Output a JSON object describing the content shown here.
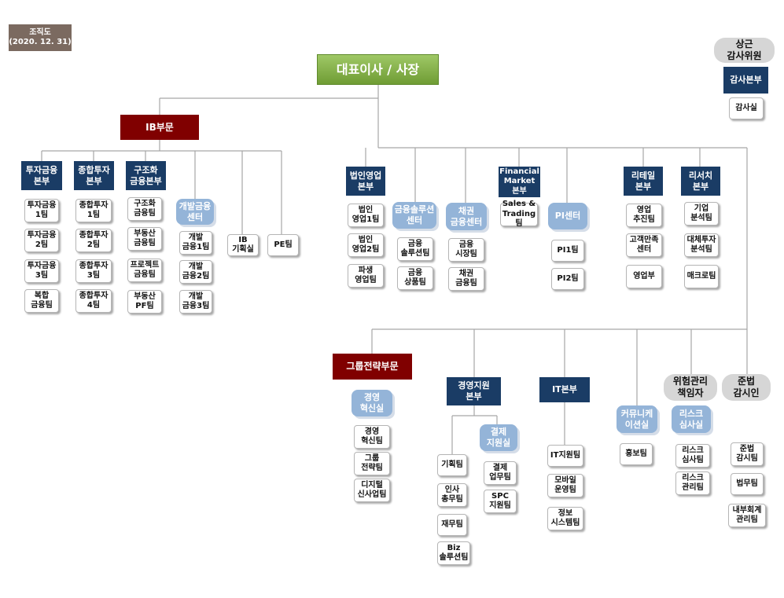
{
  "header": {
    "title": "조직도",
    "date": "(2020. 12. 31)"
  },
  "colors": {
    "ceo": "#7fae46",
    "division": "#800000",
    "hq": "#1a3c65",
    "center": "#94b4d8",
    "line": "#a6a6a6"
  },
  "nodes": {
    "ceo": "대표이사 / 사장",
    "audit_committee": "상근\n감사위원",
    "audit_hq": "감사본부",
    "audit_office": "감사실",
    "ib_division": "IB부문",
    "ib_finance_hq": "투자금융\n본부",
    "ib_finance_1": "투자금융\n1팀",
    "ib_finance_2": "투자금융\n2팀",
    "ib_finance_3": "투자금융\n3팀",
    "ib_complex_finance": "복합\n금융팀",
    "ib_general_hq": "종합투자\n본부",
    "ib_general_1": "종합투자\n1팀",
    "ib_general_2": "종합투자\n2팀",
    "ib_general_3": "종합투자\n3팀",
    "ib_general_4": "종합투자\n4팀",
    "ib_structured_hq": "구조화\n금융본부",
    "ib_structured_team": "구조화\n금융팀",
    "ib_realestate_team": "부동산\n금융팀",
    "ib_project_team": "프로젝트\n금융팀",
    "ib_realestate_pf": "부동산\nPF팀",
    "ib_dev_center": "개발금융\n센터",
    "ib_dev_1": "개발\n금융1팀",
    "ib_dev_2": "개발\n금융2팀",
    "ib_dev_3": "개발\n금융3팀",
    "ib_planning": "IB\n기획실",
    "ib_pe": "PE팀",
    "corp_sales_hq": "법인영업\n본부",
    "corp_sales_1": "법인\n영업1팀",
    "corp_sales_2": "법인\n영업2팀",
    "derivatives_sales": "파생\n영업팀",
    "fin_solution_center": "금융솔루션\n센터",
    "fin_solution_team": "금융\n솔루션팀",
    "fin_product_team": "금융\n상품팀",
    "bond_center": "채권\n금융센터",
    "fin_market_team": "금융\n시장팀",
    "bond_finance_team": "채권\n금융팀",
    "fm_hq": "Financial\nMarket\n본부",
    "sales_trading": "Sales &\nTrading팀",
    "pi_center": "PI센터",
    "pi_1": "PI1팀",
    "pi_2": "PI2팀",
    "retail_hq": "리테일\n본부",
    "sales_promotion": "영업\n추진팀",
    "cs_center": "고객만족\n센터",
    "sales_dept": "영업부",
    "research_hq": "리서치\n본부",
    "corp_analysis": "기업\n분석팀",
    "alt_investment": "대체투자\n분석팀",
    "macro_team": "매크로팀",
    "strategy_division": "그룹전략부문",
    "mgmt_innovation_office": "경영\n혁신실",
    "mgmt_innovation_team": "경영\n혁신팀",
    "group_strategy_team": "그룹\n전략팀",
    "digital_newbiz_team": "디지털\n신사업팀",
    "mgmt_support_hq": "경영지원\n본부",
    "planning_team": "기획팀",
    "hr_team": "인사\n총무팀",
    "finance_team": "재무팀",
    "biz_solution_team": "Biz\n솔루션팀",
    "settlement_office": "결제\n지원실",
    "settlement_team": "결제\n업무팀",
    "spc_team": "SPC\n지원팀",
    "it_hq": "IT본부",
    "it_support_team": "IT지원팀",
    "mobile_team": "모바일\n운영팀",
    "info_system_team": "정보\n시스템팀",
    "communication_office": "커뮤니케\n이션실",
    "pr_team": "홍보팀",
    "risk_officer": "위험관리\n책임자",
    "risk_office": "리스크\n심사실",
    "risk_review_team": "리스크\n심사팀",
    "risk_mgmt_team": "리스크\n관리팀",
    "compliance_officer": "준법\n감시인",
    "compliance_team": "준법\n감시팀",
    "legal_team": "법무팀",
    "internal_accounting_team": "내부회계\n관리팀"
  }
}
